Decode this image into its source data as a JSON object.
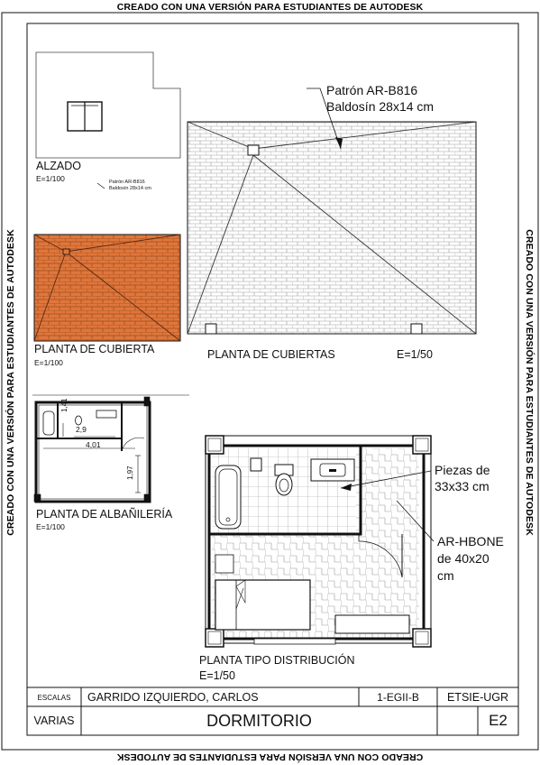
{
  "watermark": "CREADO CON UNA VERSIÓN PARA ESTUDIANTES DE AUTODESK",
  "alzado": {
    "title": "ALZADO",
    "scale": "E=1/100",
    "note_line1": "Patrón AR-B816",
    "note_line2": "Baldosín 28x14 cm"
  },
  "cubiertas": {
    "callout_line1": "Patrón AR-B816",
    "callout_line2": "Baldosín 28x14 cm",
    "title": "PLANTA DE CUBIERTAS",
    "scale": "E=1/50"
  },
  "cubierta": {
    "title": "PLANTA DE CUBIERTA",
    "scale": "E=1/100"
  },
  "albanileria": {
    "title": "PLANTA DE ALBAÑILERÍA",
    "scale": "E=1/100",
    "dim_141": "1,41",
    "dim_29": "2,9",
    "dim_401": "4,01",
    "dim_197": "1,97"
  },
  "distribucion": {
    "title": "PLANTA TIPO DISTRIBUCIÓN",
    "scale": "E=1/50",
    "note1_line1": "Piezas de",
    "note1_line2": "33x33 cm",
    "note2_line1": "AR-HBONE",
    "note2_line2": "de 40x20",
    "note2_line3": "cm"
  },
  "title_block": {
    "escalas_label": "ESCALAS",
    "escalas_value": "VARIAS",
    "author": "GARRIDO IZQUIERDO, CARLOS",
    "group": "1-EGII-B",
    "school": "ETSIE-UGR",
    "drawing_title": "DORMITORIO",
    "sheet": "E2"
  },
  "colors": {
    "roof_fill": "#e0763b",
    "line": "#111111",
    "tile_line": "#9a9a9a"
  }
}
